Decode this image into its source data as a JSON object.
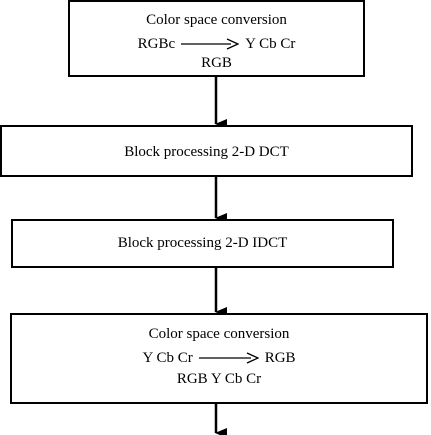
{
  "diagram": {
    "step1": {
      "title": "Color space conversion",
      "from": "RGBc",
      "to": "Y Cb Cr",
      "note": "RGB"
    },
    "step2": {
      "title": "Block processing 2-D DCT"
    },
    "step3": {
      "title": "Block processing 2-D IDCT"
    },
    "step4": {
      "title": "Color space conversion",
      "from": "Y Cb Cr",
      "to": "RGB",
      "note": "RGB Y Cb Cr"
    }
  },
  "colors": {
    "line": "#000000",
    "background": "#ffffff"
  }
}
